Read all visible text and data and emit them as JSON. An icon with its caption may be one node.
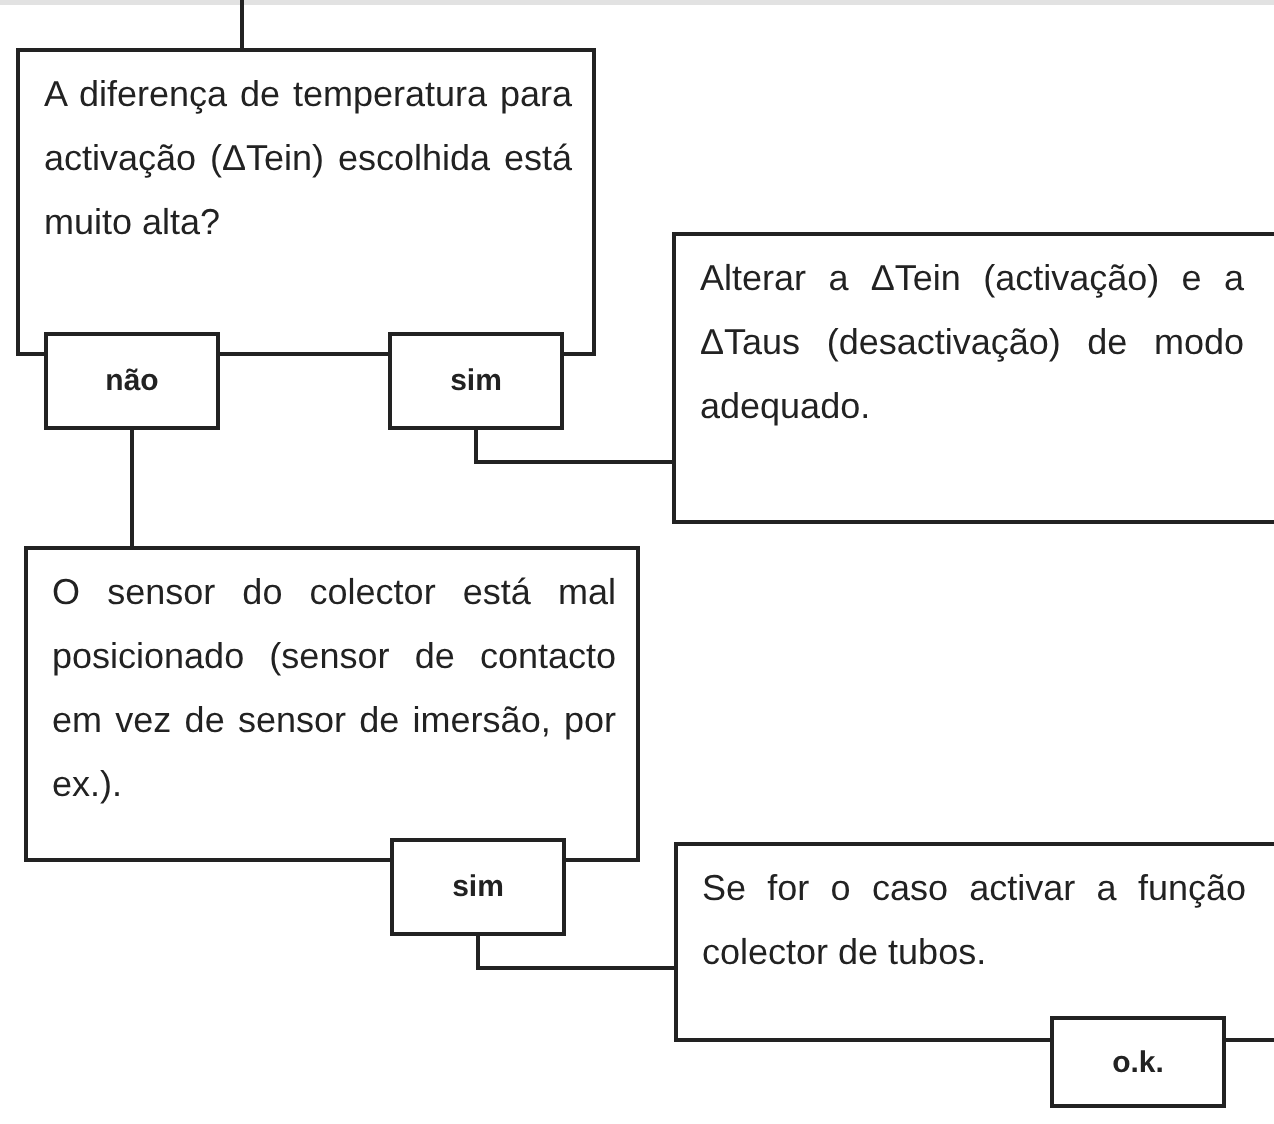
{
  "diagram": {
    "nodes": [
      {
        "text": [
          "A diferença de temperatura para activação (ΔTein) escolhida está muito alta?"
        ]
      },
      {
        "text": [
          "não"
        ]
      },
      {
        "text": [
          "sim"
        ]
      },
      {
        "text": [
          "Alterar a ΔTein (activação) e a ΔTaus (desactivação) de modo adequado."
        ]
      },
      {
        "text": [
          "O sensor do colector está mal posicionado (sensor de contacto em vez de sensor de imersão, por ex.)."
        ]
      },
      {
        "text": [
          "sim"
        ]
      },
      {
        "text": [
          "Se for o caso activar a função colector de tubos."
        ]
      },
      {
        "text": [
          "o.k."
        ]
      }
    ],
    "edges": [
      {
        "from": null,
        "to": 0,
        "arrow": "none"
      },
      {
        "from": 2,
        "to": 3,
        "arrow": "none"
      },
      {
        "from": 1,
        "to": 4,
        "arrow": "none"
      },
      {
        "from": 5,
        "to": 6,
        "arrow": "none"
      }
    ]
  }
}
